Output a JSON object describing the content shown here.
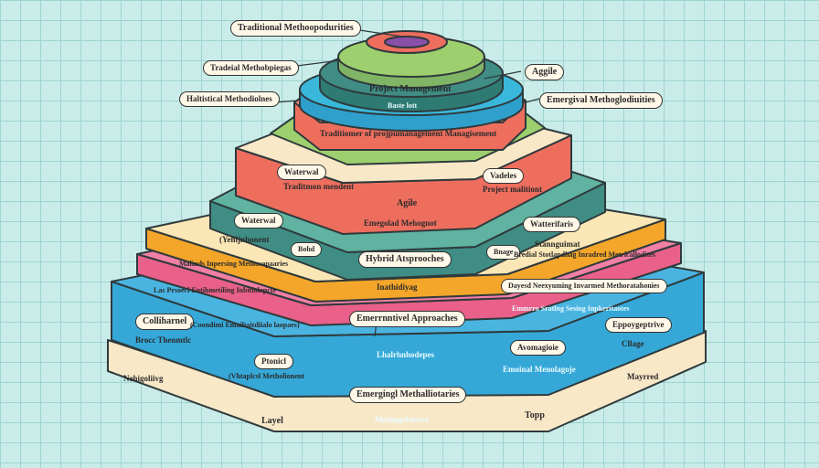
{
  "colors": {
    "background": "#c9ece9",
    "grid": "#9fd3d2",
    "outline": "#2f3a3c",
    "cream": "#f9e8c8",
    "blue": "#35a8d8",
    "pink": "#e9608a",
    "orange": "#f4a62a",
    "teal": "#3f8d84",
    "salmon": "#ee6e5e",
    "green": "#8cc47a",
    "cyan": "#3ab8dc",
    "purple": "#8a4fa8"
  },
  "labels": {
    "top_callout": "Traditional Methoopodurities",
    "left_upper": "Tradeial Methobpiegas",
    "left_mid": "Haltistical Methodiolnes",
    "right_agile": "Aggile",
    "right_emergent": "Emergival Methoglodiuities",
    "green_center": "Project Management",
    "cyan_center": "Baste lott",
    "salmon_title": "Traditiomer of projpumanagement Managisement",
    "cream_left_pill": "Waterwal",
    "cream_right_pill": "Vadeles",
    "cream_left_text": "Traditmon mendent",
    "cream_center": "Agile",
    "cream_right_text": "Project malitiont",
    "salmon_center": "Emegolad Mehognot",
    "teal_left_pill": "Waterwal",
    "teal_right_pill": "Watterifaris",
    "teal_left_text": "(Yehljnhonent",
    "teal_center_small": "Bohd",
    "teal_center": "Hybrid Atsprooches",
    "teal_right_small": "Bnage",
    "teal_right_text": "Stannguimat",
    "green_bottom": "Inathidiyag",
    "orange_left_text": "Malinds Inpersing Methosopaaries",
    "orange_right_text": "Bredial Stotlapdhag Inradred Metricallodites",
    "pink_left_text": "Las Prsoecl Entihmetiling Inbitiolopcte",
    "pink_center": "Emerrnntivel Approaches",
    "pink_right_text": "Dayesd Neexyuming Invarmed Methoratahonies",
    "blue_left_pill": "Colliharnel",
    "blue_left_text1": "Brocc Thenmtlc",
    "blue_left_text2": "(Coondimi Emailtaitdiialo laopaes)",
    "blue_center_text": "Lhalrhnhodepes",
    "blue_right_text": "Emmrro Sratlng Sesing Inpkeritaotes",
    "blue_mid_pill": "Ptonicl",
    "blue_mid_text": "(Vhtaplcsl Metholionent",
    "blue_right_pill": "Avomagioie",
    "blue_right_text2": "Emoinal Menolagoje",
    "blue_far_right_pill": "Eppoygeptrive",
    "blue_far_right_text": "Cllage",
    "blue_bottom_pill": "Emergingl Methalliotaries",
    "blue_bottom_text": "Methogolobnce",
    "base_left": "Nehigoliivg",
    "base_right": "Mayrred",
    "base_bottom_left": "Layel",
    "base_bottom_right": "Topp"
  }
}
